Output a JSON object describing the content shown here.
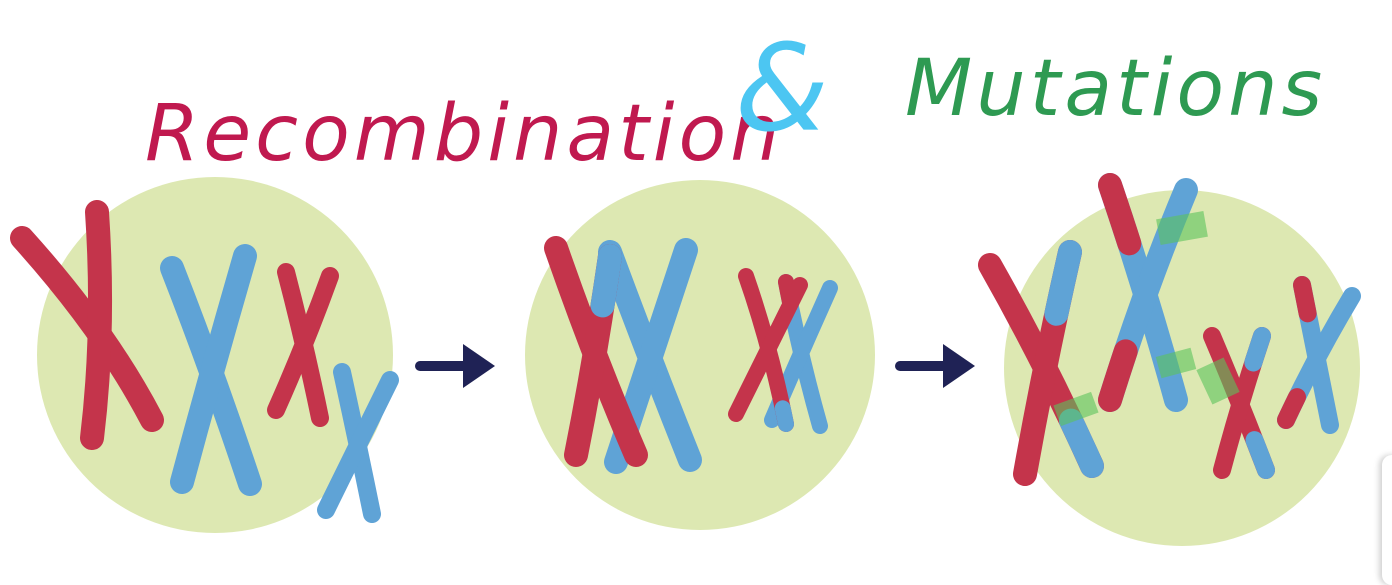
{
  "title": {
    "word1": "Recombination",
    "ampersand": "&",
    "word2": "Mutations"
  },
  "colors": {
    "word1": "#c0194f",
    "ampersand": "#4cc6f2",
    "word2": "#2e9a52",
    "cell": "#dde8b2",
    "chromosome_red": "#c4344b",
    "chromosome_blue": "#5fa3d6",
    "mutation_patch": "#5cc35c",
    "arrow": "#1f2255"
  },
  "stages": [
    "original",
    "recombination",
    "mutations"
  ]
}
